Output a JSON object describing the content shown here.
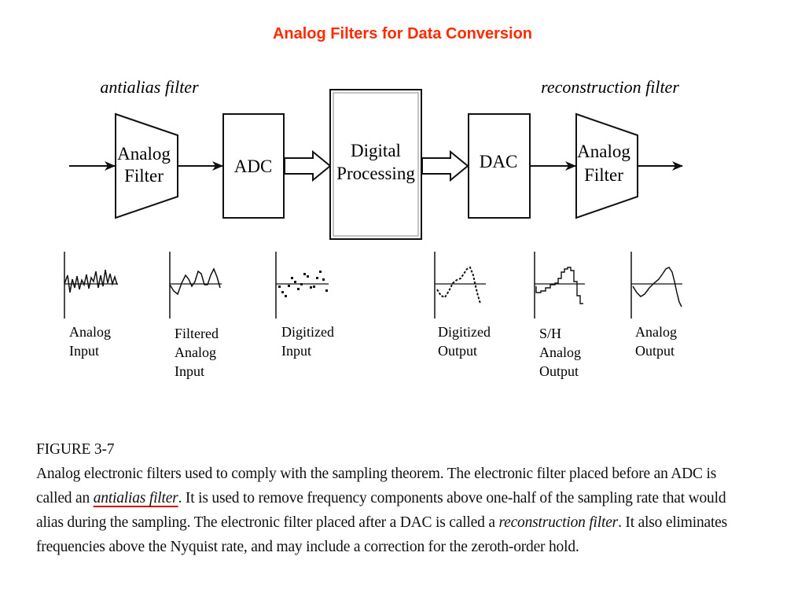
{
  "title": "Analog Filters for Data Conversion",
  "labels": {
    "antialias": "antialias filter",
    "reconstruction": "reconstruction filter"
  },
  "blocks": {
    "filter1": [
      "Analog",
      "Filter"
    ],
    "adc": "ADC",
    "digital": [
      "Digital",
      "Processing"
    ],
    "dac": "DAC",
    "filter2": [
      "Analog",
      "Filter"
    ]
  },
  "signals": [
    {
      "lines": [
        "Analog",
        "Input"
      ]
    },
    {
      "lines": [
        "Filtered",
        "Analog",
        "Input"
      ]
    },
    {
      "lines": [
        "Digitized",
        "Input"
      ]
    },
    {
      "lines": [
        "Digitized",
        "Output"
      ]
    },
    {
      "lines": [
        "S/H",
        "Analog",
        "Output"
      ]
    },
    {
      "lines": [
        "Analog",
        "Output"
      ]
    }
  ],
  "caption": {
    "figure": "FIGURE 3-7",
    "p1": "Analog electronic filters used to comply with the sampling theorem. The electronic filter placed before an ADC is called an ",
    "term1": "antialias filter",
    "p2": ".  It is used to remove frequency components above one-half of the sampling rate that would alias during the sampling.  The electronic filter placed after a DAC is called a ",
    "term2": "reconstruction filter",
    "p3": ".  It also eliminates frequencies above the Nyquist rate,  and may include a correction for the zeroth-order hold."
  },
  "colors": {
    "title": "#ff2a00",
    "underline": "#d40000"
  }
}
